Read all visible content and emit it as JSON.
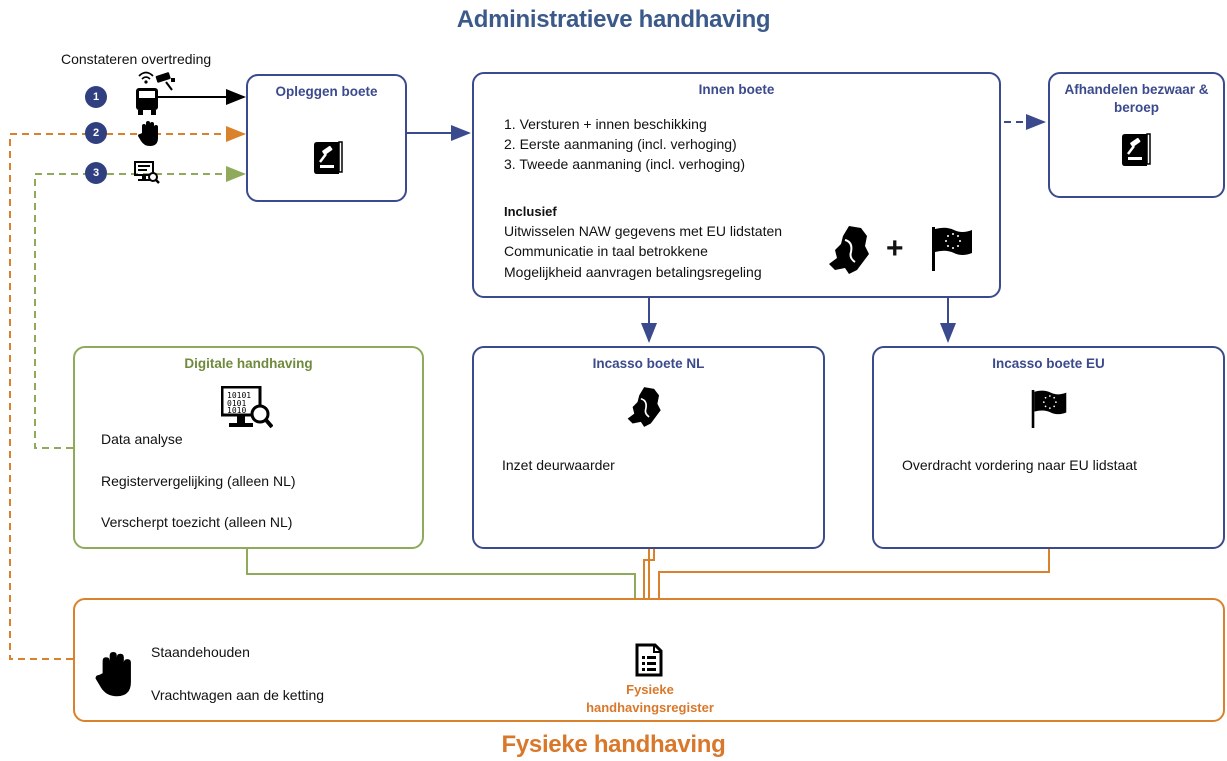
{
  "header": {
    "title": "Administratieve handhaving"
  },
  "footer": {
    "title": "Fysieke handhaving"
  },
  "detection": {
    "label": "Constateren overtreding",
    "badges": [
      "1",
      "2",
      "3"
    ]
  },
  "boxes": {
    "opleggen": {
      "title": "Opleggen boete",
      "icon": "gavel-book-icon"
    },
    "innen": {
      "title": "Innen boete",
      "steps": [
        "1. Versturen + innen beschikking",
        "2. Eerste aanmaning (incl. verhoging)",
        "3. Tweede aanmaning (incl. verhoging)"
      ],
      "inclusief_label": "Inclusief",
      "inclusief_items": [
        "Uitwisselen NAW gegevens met EU lidstaten",
        "Communicatie in taal betrokkene",
        "Mogelijkheid aanvragen betalingsregeling"
      ],
      "plus": "+"
    },
    "bezwaar": {
      "title_line1": "Afhandelen bezwaar &",
      "title_line2": "beroep",
      "icon": "gavel-book-icon"
    },
    "digitale": {
      "title": "Digitale handhaving",
      "items": [
        "Data analyse",
        "Registervergelijking (alleen NL)",
        "Verscherpt toezicht (alleen NL)"
      ]
    },
    "incasso_nl": {
      "title": "Incasso boete NL",
      "text": "Inzet deurwaarder"
    },
    "incasso_eu": {
      "title": "Incasso boete EU",
      "text": "Overdracht vordering naar EU lidstaat"
    },
    "fysiek": {
      "items": [
        "Staandehouden",
        "Vrachtwagen aan de ketting"
      ],
      "register_line1": "Fysieke",
      "register_line2": "handhavingsregister"
    }
  },
  "colors": {
    "blue": "#3b4a8c",
    "badge": "#2f3f80",
    "green": "#8faa5a",
    "green_text": "#6f8a3c",
    "orange": "#d9822b",
    "heading_blue": "#3b5a8a",
    "heading_orange": "#d9782b"
  }
}
